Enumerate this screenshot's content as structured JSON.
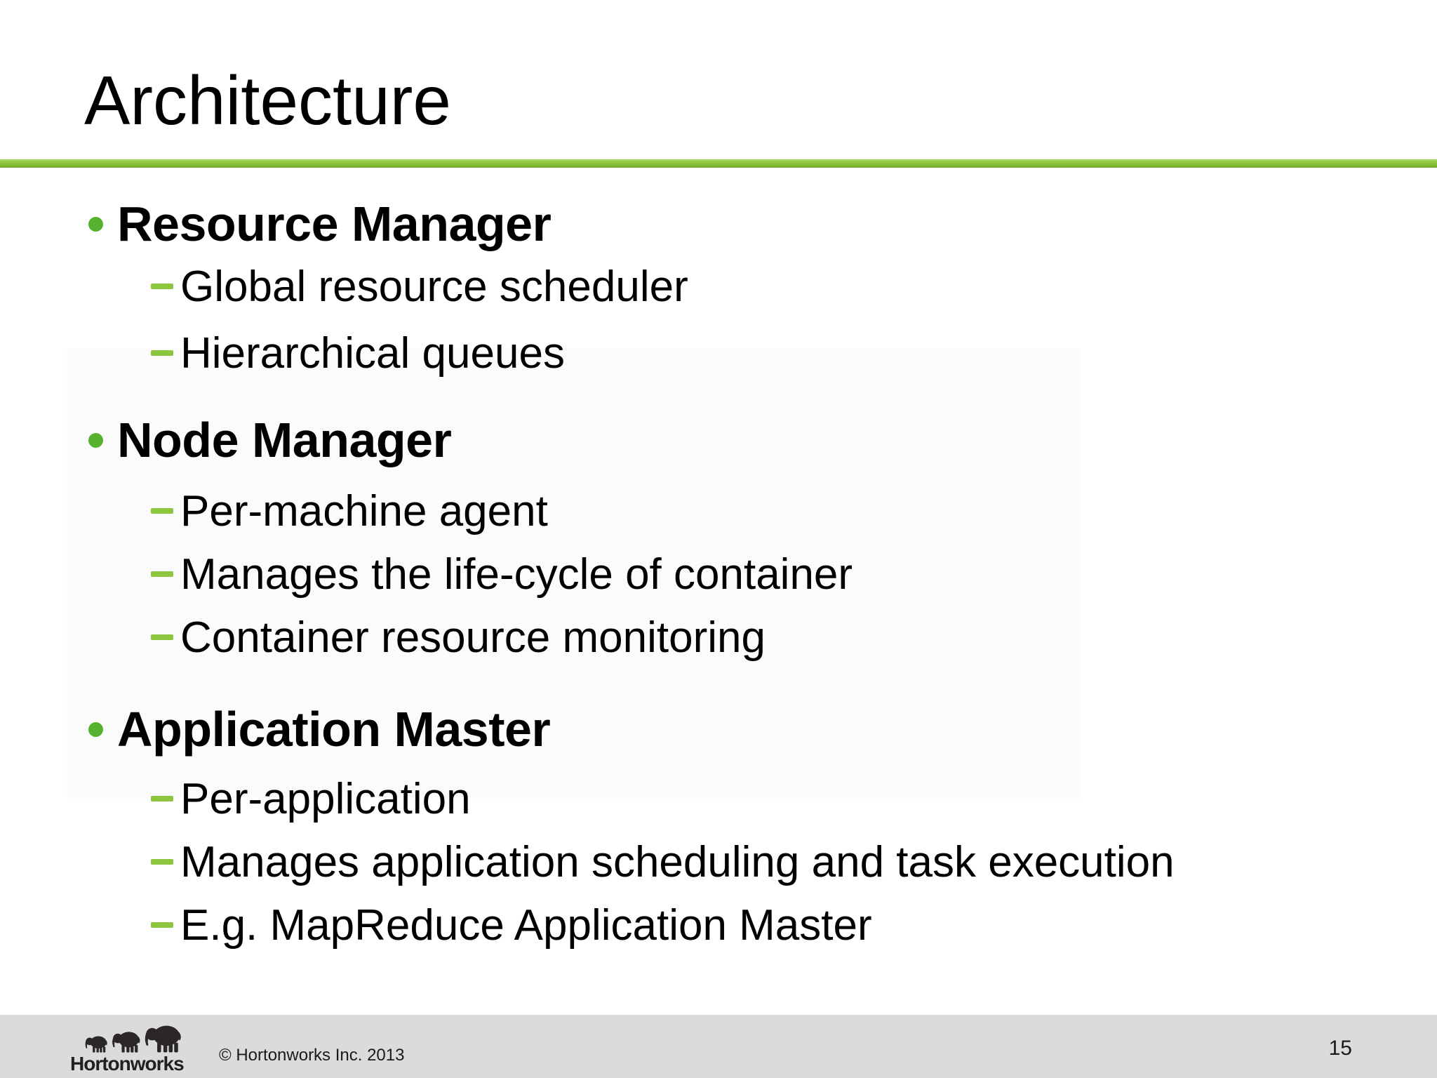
{
  "slide": {
    "title": "Architecture"
  },
  "sections": [
    {
      "title": "Resource Manager",
      "items": [
        "Global resource scheduler",
        "Hierarchical queues"
      ]
    },
    {
      "title": "Node Manager",
      "items": [
        "Per-machine agent",
        "Manages the life-cycle of container",
        "Container resource monitoring"
      ]
    },
    {
      "title": "Application Master",
      "items": [
        "Per-application",
        "Manages application scheduling and task execution",
        "E.g. MapReduce Application Master"
      ]
    }
  ],
  "footer": {
    "logo_text": "Hortonworks",
    "copyright": "© Hortonworks Inc. 2013",
    "page_number": "15"
  },
  "colors": {
    "accent_green": "#8CC63F",
    "bullet_green": "#54B22E",
    "footer_bg": "#DBDBDD",
    "text": "#000000"
  }
}
